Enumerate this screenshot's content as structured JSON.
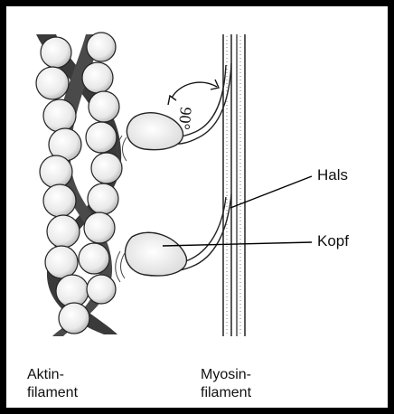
{
  "labels": {
    "angle": "90°",
    "hals": "Hals",
    "kopf": "Kopf",
    "aktin_line1": "Aktin-",
    "aktin_line2": "filament",
    "myosin_line1": "Myosin-",
    "myosin_line2": "filament"
  }
}
